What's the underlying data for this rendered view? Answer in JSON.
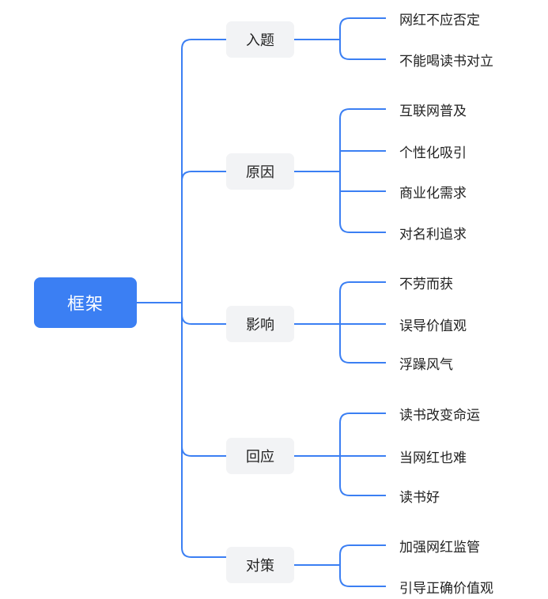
{
  "root": {
    "label": "框架"
  },
  "branches": [
    {
      "label": "入题",
      "leaves": [
        "网红不应否定",
        "不能喝读书对立"
      ]
    },
    {
      "label": "原因",
      "leaves": [
        "互联网普及",
        "个性化吸引",
        "商业化需求",
        "对名利追求"
      ]
    },
    {
      "label": "影响",
      "leaves": [
        "不劳而获",
        "误导价值观",
        "浮躁风气"
      ]
    },
    {
      "label": "回应",
      "leaves": [
        "读书改变命运",
        "当网红也难",
        "读书好"
      ]
    },
    {
      "label": "对策",
      "leaves": [
        "加强网红监管",
        "引导正确价值观"
      ]
    }
  ],
  "colors": {
    "connector": "#3b7ff3",
    "root_fill": "#3b7ff3",
    "branch_fill": "#f2f3f5"
  }
}
